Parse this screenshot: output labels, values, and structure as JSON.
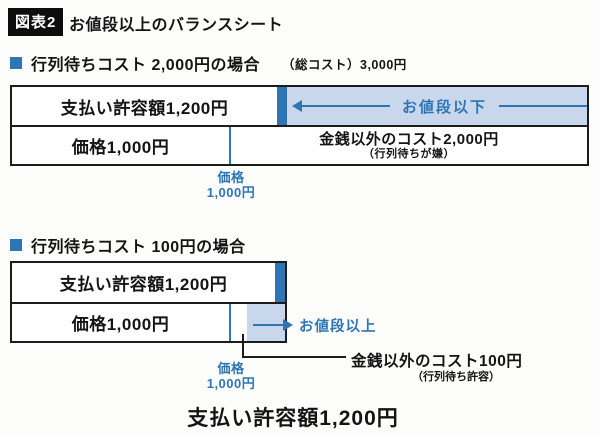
{
  "header": {
    "tag": "図表2",
    "title": "お値段以上のバランスシート"
  },
  "section1": {
    "heading": "行列待ちコスト 2,000円の場合",
    "total_note": "（総コスト）3,000円",
    "chart": {
      "allowance_label": "支払い許容額1,200円",
      "price_label": "価格1,000円",
      "nonmoney_cost_label": "金銭以外のコスト2,000円",
      "nonmoney_cost_note": "（行列待ちが嫌）",
      "arrow_label": "お値段以下",
      "price_callout_line1": "価格",
      "price_callout_line2": "1,000円"
    }
  },
  "section2": {
    "heading": "行列待ちコスト 100円の場合",
    "chart": {
      "allowance_label": "支払い許容額1,200円",
      "price_label": "価格1,000円",
      "arrow_label": "お値段以上",
      "nonmoney_cost_label": "金銭以外のコスト100円",
      "nonmoney_cost_note": "（行列待ち許容）",
      "price_callout_line1": "価格",
      "price_callout_line2": "1,000円"
    }
  },
  "footer": {
    "label": "支払い許容額1,200円"
  },
  "values": {
    "allowance_yen": 1200,
    "price_yen": 1000,
    "case1_nonmoney_cost_yen": 2000,
    "case1_total_cost_yen": 3000,
    "case2_nonmoney_cost_yen": 100
  },
  "colors": {
    "accent_blue": "#2e75b6",
    "light_blue_fill": "#c9d7ec",
    "border_black": "#1c1c1c",
    "tag_bg": "#0d0d0d"
  }
}
